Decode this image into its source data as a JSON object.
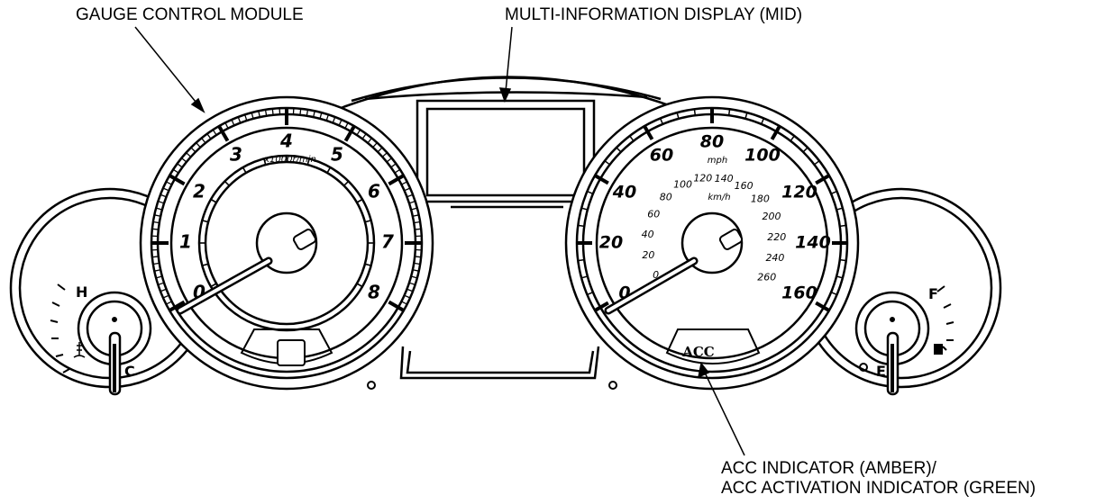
{
  "callouts": {
    "gauge_control_module": "GAUGE CONTROL MODULE",
    "mid": "MULTI-INFORMATION DISPLAY (MID)",
    "acc_line1": "ACC INDICATOR (AMBER)/",
    "acc_line2": "ACC ACTIVATION INDICATOR (GREEN)"
  },
  "tachometer": {
    "numbers": [
      "0",
      "1",
      "2",
      "3",
      "4",
      "5",
      "6",
      "7",
      "8"
    ],
    "unit": "x1000r/min"
  },
  "speedometer": {
    "mph_numbers": [
      "0",
      "20",
      "40",
      "60",
      "80",
      "100",
      "120",
      "140",
      "160"
    ],
    "mph_unit": "mph",
    "kmh_numbers": [
      "0",
      "20",
      "40",
      "60",
      "80",
      "100",
      "120",
      "140",
      "160",
      "180",
      "200",
      "220",
      "240",
      "260"
    ],
    "kmh_unit": "km/h",
    "indicator": "ACC"
  },
  "temp_gauge": {
    "high": "H",
    "low": "C"
  },
  "fuel_gauge": {
    "full": "F",
    "empty": "E"
  }
}
